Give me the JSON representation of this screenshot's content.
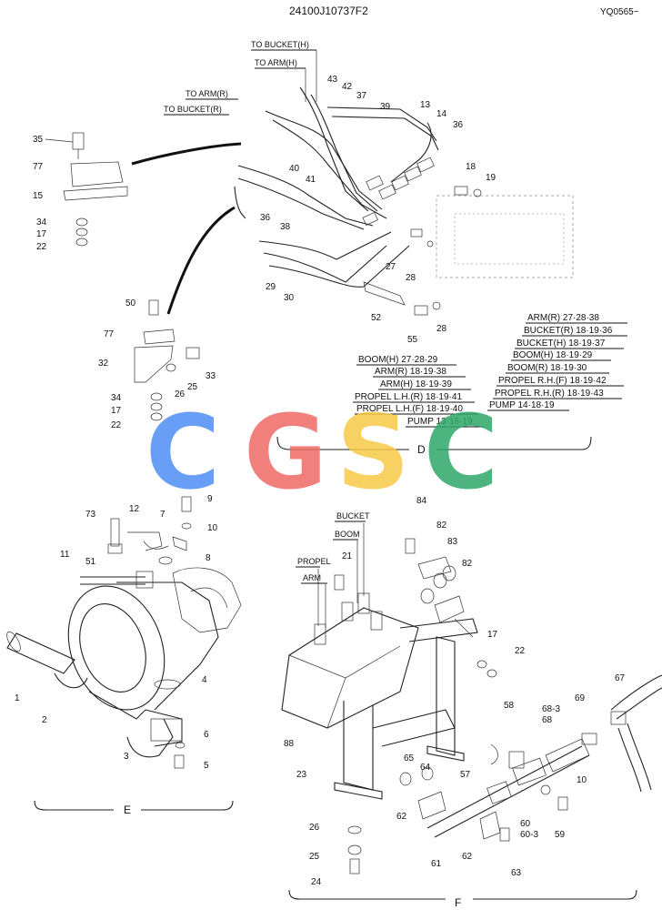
{
  "header": {
    "part_number": "24100J10737F2",
    "ref_code": "YQ0565~"
  },
  "watermark": {
    "letters": [
      "C",
      "G",
      "S",
      "C"
    ],
    "colors": [
      "#4f8ef5",
      "#ef6a67",
      "#f7c948",
      "#2fa86a"
    ]
  },
  "section_labels": {
    "d": "D",
    "e": "E",
    "f": "F"
  },
  "callouts_d": {
    "to_bucket_h": "TO BUCKET(H)",
    "to_arm_h": "TO ARM(H)",
    "to_arm_r": "TO ARM(R)",
    "to_bucket_r": "TO BUCKET(R)"
  },
  "spec_right": [
    "ARM(R) 27·28·38",
    "BUCKET(R) 18·19·36",
    "BUCKET(H) 18·19·37",
    "BOOM(H) 18·19·29",
    "BOOM(R) 18·19·30",
    "PROPEL R.H.(F) 18·19·42",
    "PROPEL R.H.(R) 18·19·43",
    "PUMP 14·18·19"
  ],
  "spec_left": [
    "BOOM(H) 27·28·29",
    "ARM(R) 18·19·38",
    "ARM(H) 18·19·39",
    "PROPEL L.H.(R) 18·19·41",
    "PROPEL L.H.(F) 18·19·40",
    "PUMP 13·18·19"
  ],
  "valve_labels": {
    "bucket": "BUCKET",
    "boom": "BOOM",
    "propel": "PROPEL",
    "arm": "ARM"
  },
  "part_numbers": {
    "p35": "35",
    "p77a": "77",
    "p15": "15",
    "p34a": "34",
    "p17a": "17",
    "p22a": "22",
    "p43": "43",
    "p42": "42",
    "p37": "37",
    "p39": "39",
    "p13": "13",
    "p14": "14",
    "p36a": "36",
    "p40": "40",
    "p41": "41",
    "p36b": "36",
    "p38": "38",
    "p18": "18",
    "p19": "19",
    "p29": "29",
    "p30": "30",
    "p27": "27",
    "p28a": "28",
    "p52": "52",
    "p55": "55",
    "p28b": "28",
    "p50": "50",
    "p77b": "77",
    "p32": "32",
    "p33": "33",
    "p25a": "25",
    "p26a": "26",
    "p34b": "34",
    "p17b": "17",
    "p22b": "22",
    "p73": "73",
    "p12": "12",
    "p7": "7",
    "p9": "9",
    "p10a": "10",
    "p8": "8",
    "p11": "11",
    "p51": "51",
    "p4": "4",
    "p1": "1",
    "p2": "2",
    "p3": "3",
    "p6": "6",
    "p5": "5",
    "p84": "84",
    "p82a": "82",
    "p83": "83",
    "p82b": "82",
    "p21": "21",
    "p17c": "17",
    "p22c": "22",
    "p67": "67",
    "p58": "58",
    "p68_3": "68-3",
    "p68": "68",
    "p69": "69",
    "p88": "88",
    "p57": "57",
    "p10b": "10",
    "p23": "23",
    "p65": "65",
    "p64": "64",
    "p62a": "62",
    "p60": "60",
    "p60_3": "60-3",
    "p59": "59",
    "p26b": "26",
    "p25b": "25",
    "p24": "24",
    "p61": "61",
    "p62b": "62",
    "p63": "63"
  }
}
